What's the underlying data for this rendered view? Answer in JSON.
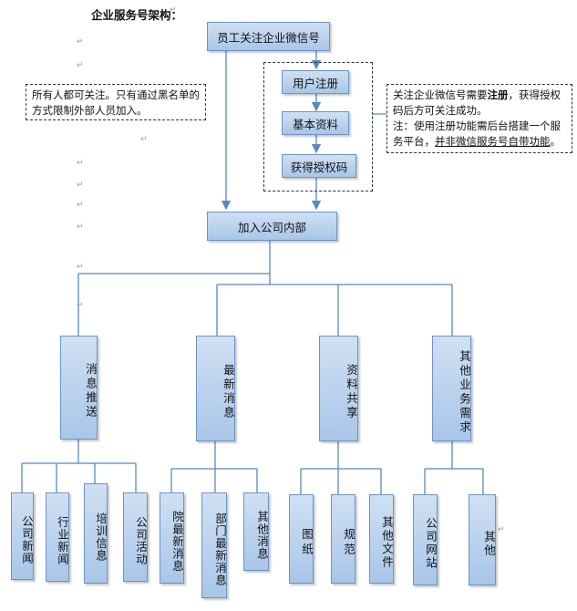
{
  "title": "企业服务号架构：",
  "nodes": {
    "follow": "员工关注企业微信号",
    "register": "用户注册",
    "basic_info": "基本资料",
    "auth_code": "获得授权码",
    "join": "加入公司内部",
    "push": "消息推送",
    "latest": "最新消息",
    "docs": "资料共享",
    "other_biz": "其他业务需求",
    "company_news": "公司新闻",
    "industry_news": "行业新闻",
    "training_info": "培训信息",
    "company_activity": "公司活动",
    "college_news": "院最新消息",
    "dept_news": "部门最新消息",
    "other_news": "其他消息",
    "drawings": "图纸",
    "standards": "规范",
    "other_files": "其他文件",
    "company_site": "公司网站",
    "other": "其他"
  },
  "notes": {
    "left": "所有人都可关注。只有通过黑名单的方式限制外部人员加入。",
    "right_line1": "关注企业微信号需要",
    "right_bold": "注册",
    "right_line1b": "，获得授权码后方可关注成功。",
    "right_line2": "注：使用注册功能需后台搭建一个服务平台，",
    "right_line2u": "并非微信服务号自带功能",
    "right_line2end": "。"
  },
  "colors": {
    "box_top": "#cfe0f3",
    "box_bottom": "#a9c6e8",
    "border": "#6d93c6",
    "line": "#5b87c0"
  }
}
